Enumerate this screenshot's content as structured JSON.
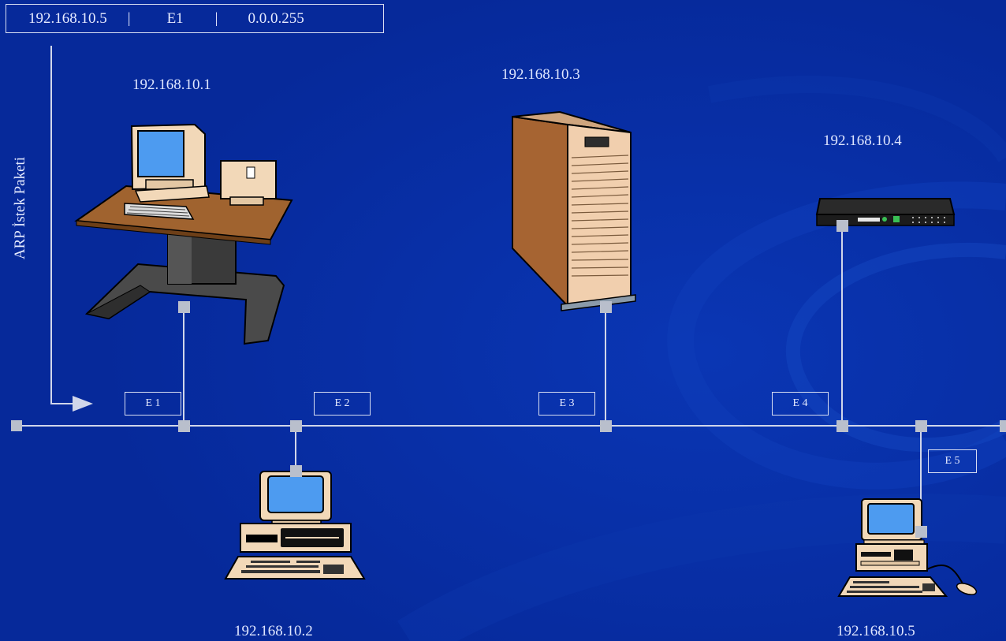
{
  "arp_packet": {
    "ip": "192.168.10.5",
    "sep1": "|",
    "port": "E1",
    "sep2": "|",
    "mac": "0.0.0.255"
  },
  "arp_label": "ARP İstek Paketi",
  "hosts": {
    "pc1": "192.168.10.1",
    "pc2": "192.168.10.2",
    "server": "192.168.10.3",
    "router": "192.168.10.4",
    "pc5": "192.168.10.5"
  },
  "ports": [
    "E 1",
    "E 2",
    "E 3",
    "E 4",
    "E 5"
  ]
}
